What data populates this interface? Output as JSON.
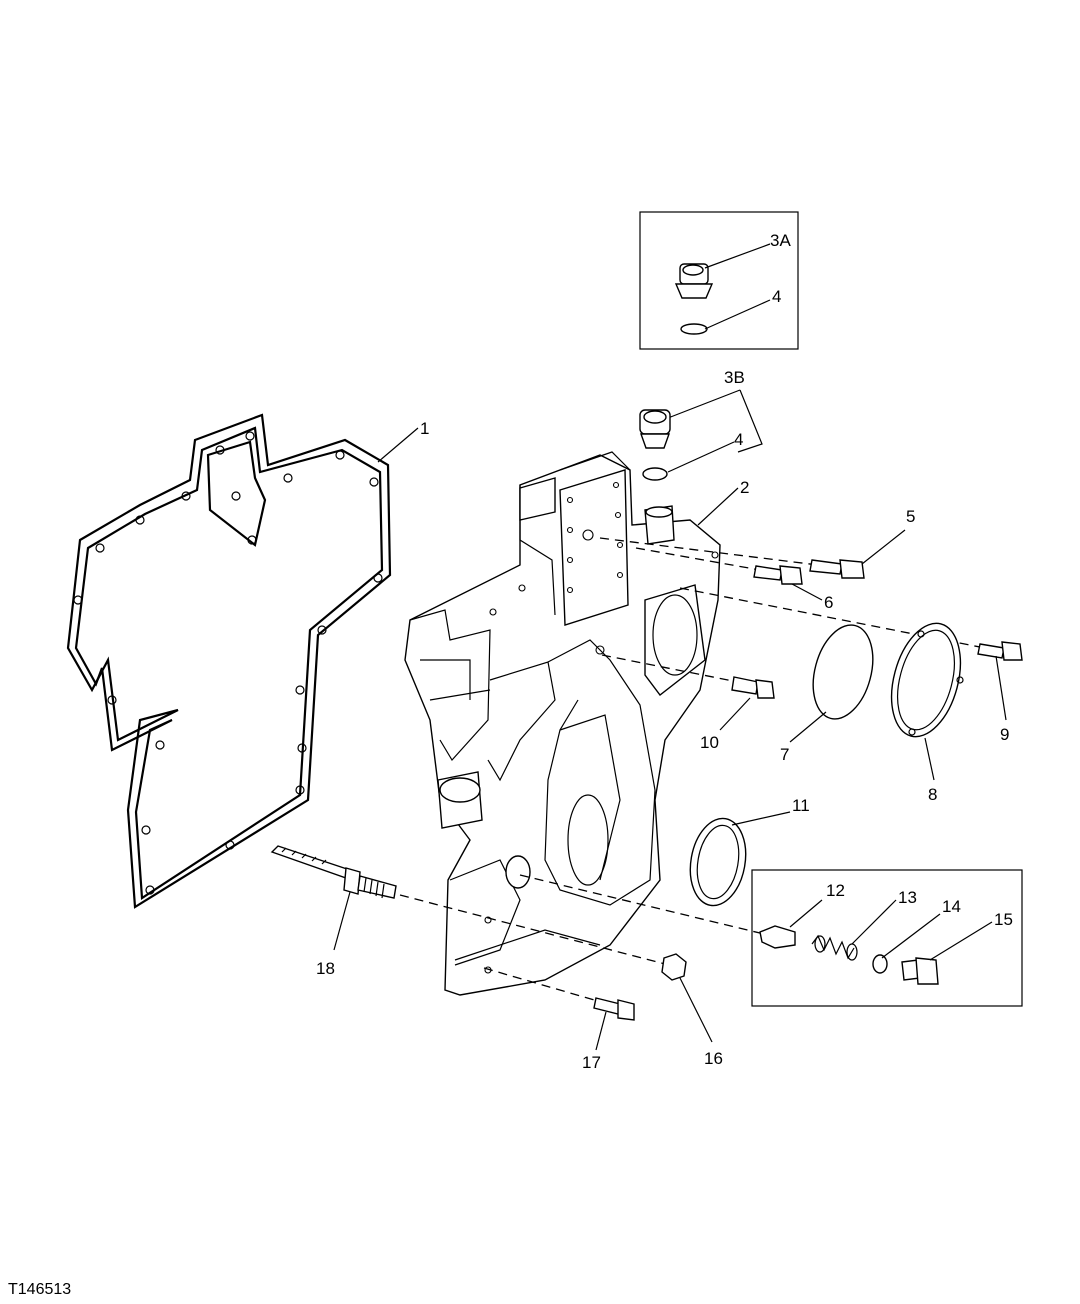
{
  "figure_ref": "T146513",
  "callouts": {
    "c1": "1",
    "c2": "2",
    "c3a": "3A",
    "c3b": "3B",
    "c4a": "4",
    "c4b": "4",
    "c5": "5",
    "c6": "6",
    "c7": "7",
    "c8": "8",
    "c9": "9",
    "c10": "10",
    "c11": "11",
    "c12": "12",
    "c13": "13",
    "c14": "14",
    "c15": "15",
    "c16": "16",
    "c17": "17",
    "c18": "18"
  }
}
